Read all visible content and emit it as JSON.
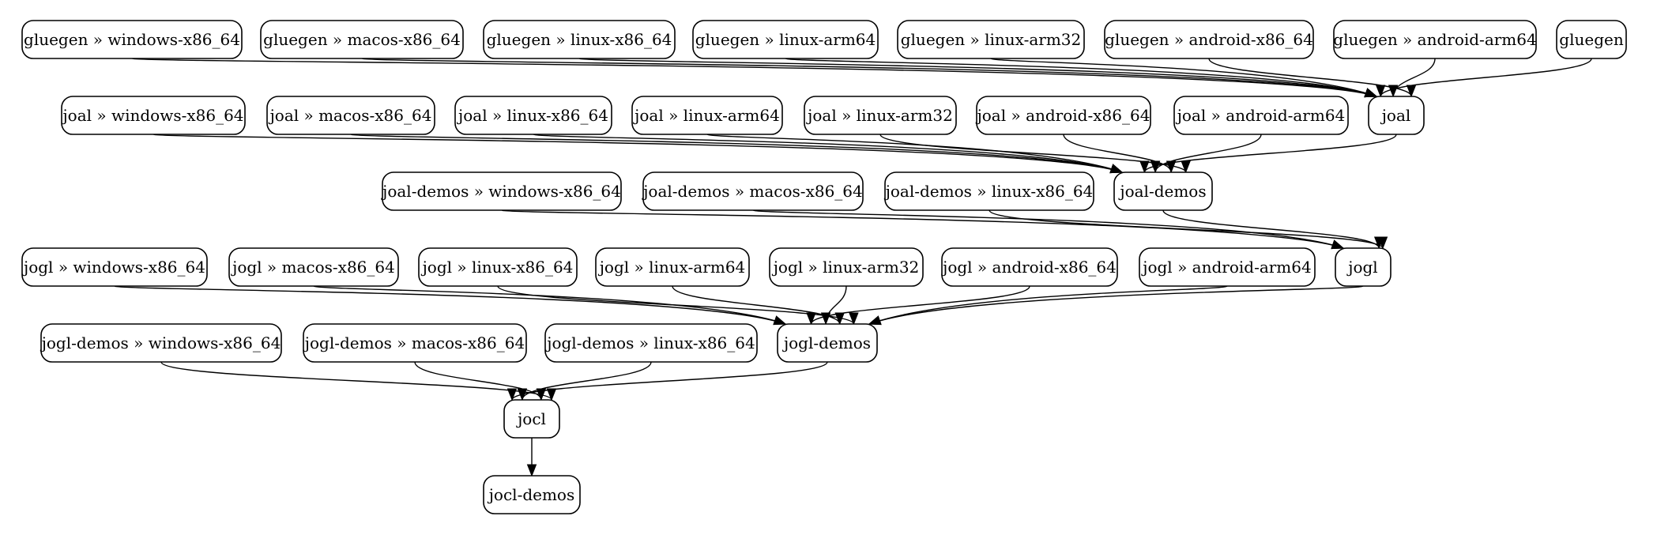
{
  "diagram": {
    "nodes": [
      {
        "id": "gluegen-windows",
        "label": "gluegen » windows-x86_64"
      },
      {
        "id": "gluegen-macos",
        "label": "gluegen » macos-x86_64"
      },
      {
        "id": "gluegen-linux-x86",
        "label": "gluegen » linux-x86_64"
      },
      {
        "id": "gluegen-linux-arm64",
        "label": "gluegen » linux-arm64"
      },
      {
        "id": "gluegen-linux-arm32",
        "label": "gluegen » linux-arm32"
      },
      {
        "id": "gluegen-android-x86",
        "label": "gluegen » android-x86_64"
      },
      {
        "id": "gluegen-android-arm64",
        "label": "gluegen » android-arm64"
      },
      {
        "id": "gluegen",
        "label": "gluegen"
      },
      {
        "id": "joal-windows",
        "label": "joal » windows-x86_64"
      },
      {
        "id": "joal-macos",
        "label": "joal » macos-x86_64"
      },
      {
        "id": "joal-linux-x86",
        "label": "joal » linux-x86_64"
      },
      {
        "id": "joal-linux-arm64",
        "label": "joal » linux-arm64"
      },
      {
        "id": "joal-linux-arm32",
        "label": "joal » linux-arm32"
      },
      {
        "id": "joal-android-x86",
        "label": "joal » android-x86_64"
      },
      {
        "id": "joal-android-arm64",
        "label": "joal » android-arm64"
      },
      {
        "id": "joal",
        "label": "joal"
      },
      {
        "id": "joal-demos-windows",
        "label": "joal-demos » windows-x86_64"
      },
      {
        "id": "joal-demos-macos",
        "label": "joal-demos » macos-x86_64"
      },
      {
        "id": "joal-demos-linux-x86",
        "label": "joal-demos » linux-x86_64"
      },
      {
        "id": "joal-demos",
        "label": "joal-demos"
      },
      {
        "id": "jogl-windows",
        "label": "jogl » windows-x86_64"
      },
      {
        "id": "jogl-macos",
        "label": "jogl » macos-x86_64"
      },
      {
        "id": "jogl-linux-x86",
        "label": "jogl » linux-x86_64"
      },
      {
        "id": "jogl-linux-arm64",
        "label": "jogl » linux-arm64"
      },
      {
        "id": "jogl-linux-arm32",
        "label": "jogl » linux-arm32"
      },
      {
        "id": "jogl-android-x86",
        "label": "jogl » android-x86_64"
      },
      {
        "id": "jogl-android-arm64",
        "label": "jogl » android-arm64"
      },
      {
        "id": "jogl",
        "label": "jogl"
      },
      {
        "id": "jogl-demos-windows",
        "label": "jogl-demos » windows-x86_64"
      },
      {
        "id": "jogl-demos-macos",
        "label": "jogl-demos » macos-x86_64"
      },
      {
        "id": "jogl-demos-linux-x86",
        "label": "jogl-demos » linux-x86_64"
      },
      {
        "id": "jogl-demos",
        "label": "jogl-demos"
      },
      {
        "id": "jocl",
        "label": "jocl"
      },
      {
        "id": "jocl-demos",
        "label": "jocl-demos"
      }
    ],
    "edges": [
      {
        "from": "gluegen-windows",
        "to": "joal"
      },
      {
        "from": "gluegen-macos",
        "to": "joal"
      },
      {
        "from": "gluegen-linux-x86",
        "to": "joal"
      },
      {
        "from": "gluegen-linux-arm64",
        "to": "joal"
      },
      {
        "from": "gluegen-linux-arm32",
        "to": "joal"
      },
      {
        "from": "gluegen-android-x86",
        "to": "joal"
      },
      {
        "from": "gluegen-android-arm64",
        "to": "joal"
      },
      {
        "from": "gluegen",
        "to": "joal"
      },
      {
        "from": "joal-windows",
        "to": "joal-demos"
      },
      {
        "from": "joal-macos",
        "to": "joal-demos"
      },
      {
        "from": "joal-linux-x86",
        "to": "joal-demos"
      },
      {
        "from": "joal-linux-arm64",
        "to": "joal-demos"
      },
      {
        "from": "joal-linux-arm32",
        "to": "joal-demos"
      },
      {
        "from": "joal-android-x86",
        "to": "joal-demos"
      },
      {
        "from": "joal-android-arm64",
        "to": "joal-demos"
      },
      {
        "from": "joal",
        "to": "joal-demos"
      },
      {
        "from": "joal-demos-windows",
        "to": "jogl"
      },
      {
        "from": "joal-demos-macos",
        "to": "jogl"
      },
      {
        "from": "joal-demos-linux-x86",
        "to": "jogl"
      },
      {
        "from": "joal-demos",
        "to": "jogl"
      },
      {
        "from": "jogl-windows",
        "to": "jogl-demos"
      },
      {
        "from": "jogl-macos",
        "to": "jogl-demos"
      },
      {
        "from": "jogl-linux-x86",
        "to": "jogl-demos"
      },
      {
        "from": "jogl-linux-arm64",
        "to": "jogl-demos"
      },
      {
        "from": "jogl-linux-arm32",
        "to": "jogl-demos"
      },
      {
        "from": "jogl-android-x86",
        "to": "jogl-demos"
      },
      {
        "from": "jogl-android-arm64",
        "to": "jogl-demos"
      },
      {
        "from": "jogl",
        "to": "jogl-demos"
      },
      {
        "from": "jogl-demos-windows",
        "to": "jocl"
      },
      {
        "from": "jogl-demos-macos",
        "to": "jocl"
      },
      {
        "from": "jogl-demos-linux-x86",
        "to": "jocl"
      },
      {
        "from": "jogl-demos",
        "to": "jocl"
      },
      {
        "from": "jocl",
        "to": "jocl-demos"
      }
    ]
  }
}
